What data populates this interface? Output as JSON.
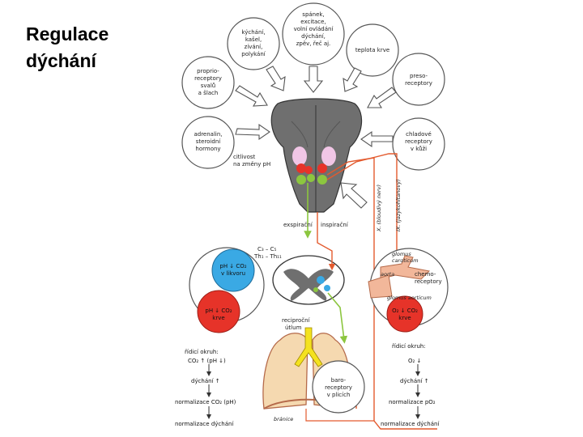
{
  "title": "Regulace\ndýchání",
  "circles": {
    "voluntary": [
      "spánek,",
      "excitace,",
      "volní ovládání",
      "dýchání,",
      "zpěv, řeč aj."
    ],
    "reflex": [
      "kýchání,",
      "kašel,",
      "zívání,",
      "polykání"
    ],
    "temperature": [
      "teplota krve"
    ],
    "proprio": [
      "proprio-",
      "receptory",
      "svalů",
      "a šlach"
    ],
    "presso": [
      "preso-",
      "receptory"
    ],
    "hormones": [
      "adrenalin,",
      "steroidní",
      "hormony"
    ],
    "cold": [
      "chladové",
      "receptory",
      "v kůži"
    ],
    "ph_liquor": [
      "pH ↓ CO₂",
      "v likvoru"
    ],
    "ph_blood": [
      "pH ↓ CO₂",
      "krve"
    ],
    "o2_blood": [
      "O₂ ↓ CO₂",
      "krve"
    ],
    "baro": [
      "baro-",
      "receptory",
      "v plicích"
    ]
  },
  "labels": {
    "ph_sensitivity": [
      "citlivost",
      "na změny pH"
    ],
    "expiratory": "exspirační",
    "inspiratory": "inspirační",
    "spinal_segments": [
      "C₃ – C₅",
      "Th₁ – Th₁₁"
    ],
    "reciprocal": [
      "reciproční",
      "útlum"
    ],
    "glomus_caroticum": [
      "glomus",
      "caroticum"
    ],
    "chemoreceptors": [
      "chemo-",
      "receptory"
    ],
    "aorta": "aorta",
    "glomus_aorticum": "glomus aorticum",
    "nerve_x": "X. (bloudivý nerv)",
    "nerve_ix": "IX. (jazykohltanový)",
    "diaphragm": "bránice"
  },
  "left_loop": [
    "řídicí okruh:",
    "CO₂ ↑ (pH ↓)",
    "dýchání ↑",
    "normalizace CO₂ (pH)",
    "normalizace dýchání"
  ],
  "right_loop": [
    "řídicí okruh:",
    "O₂ ↓",
    "dýchání ↑",
    "normalizace pO₂",
    "normalizace dýchání"
  ],
  "colors": {
    "brain": "#6f6f6f",
    "blue_circle": "#3aa9e4",
    "red_circle": "#e63329",
    "salmon": "#f2b79a",
    "lung": "#f5d9b0",
    "airway": "#f4e21f",
    "nerve_red": "#e35a2e",
    "nerve_green": "#8cc63f"
  }
}
